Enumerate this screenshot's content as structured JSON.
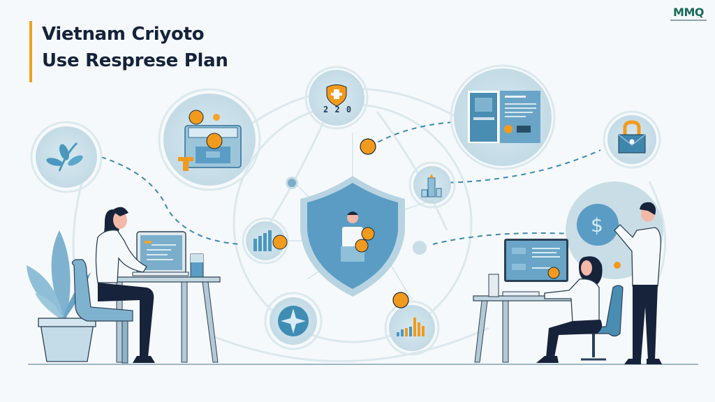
{
  "header": {
    "title_line1": "Vietnam Criyoto",
    "title_line2": "Use Resprese Plan",
    "accent_bar_color": "#f0a020"
  },
  "logo": {
    "text": "MMQ",
    "primary_color": "#1a6b5a",
    "secondary_color": "#23a86b"
  },
  "central_shield": {
    "icon": "shield-with-person-icon",
    "color": "#5a9cc4"
  },
  "nodes": [
    {
      "id": "plant-node",
      "icon": "plant-icon"
    },
    {
      "id": "cash-register-node",
      "icon": "cash-register-icon"
    },
    {
      "id": "security-badge-node",
      "icon": "orange-shield-icon",
      "label": "2 2 0"
    },
    {
      "id": "document-screen-node",
      "icon": "document-screen-icon"
    },
    {
      "id": "secure-mail-node",
      "icon": "lock-envelope-icon"
    },
    {
      "id": "bank-building-node",
      "icon": "building-icon"
    },
    {
      "id": "bar-chart-node",
      "icon": "bar-chart-icon"
    },
    {
      "id": "compass-node",
      "icon": "compass-star-icon"
    },
    {
      "id": "growth-chart-node",
      "icon": "growth-chart-icon"
    },
    {
      "id": "dollar-node",
      "icon": "dollar-icon"
    }
  ],
  "people": [
    {
      "id": "woman-laptop-left",
      "activity": "working on laptop"
    },
    {
      "id": "woman-desktop-right",
      "activity": "typing at desktop monitor"
    },
    {
      "id": "man-standing-right",
      "activity": "gesturing at dollar node"
    }
  ],
  "colors": {
    "background": "#f6f9fb",
    "node_fill": "#cfe2ea",
    "node_ring": "#dbe9ef",
    "primary_blue": "#3f86ad",
    "dark_navy": "#16233a",
    "coin_orange": "#f29a1c",
    "dashed_line": "#3a8ab0"
  }
}
